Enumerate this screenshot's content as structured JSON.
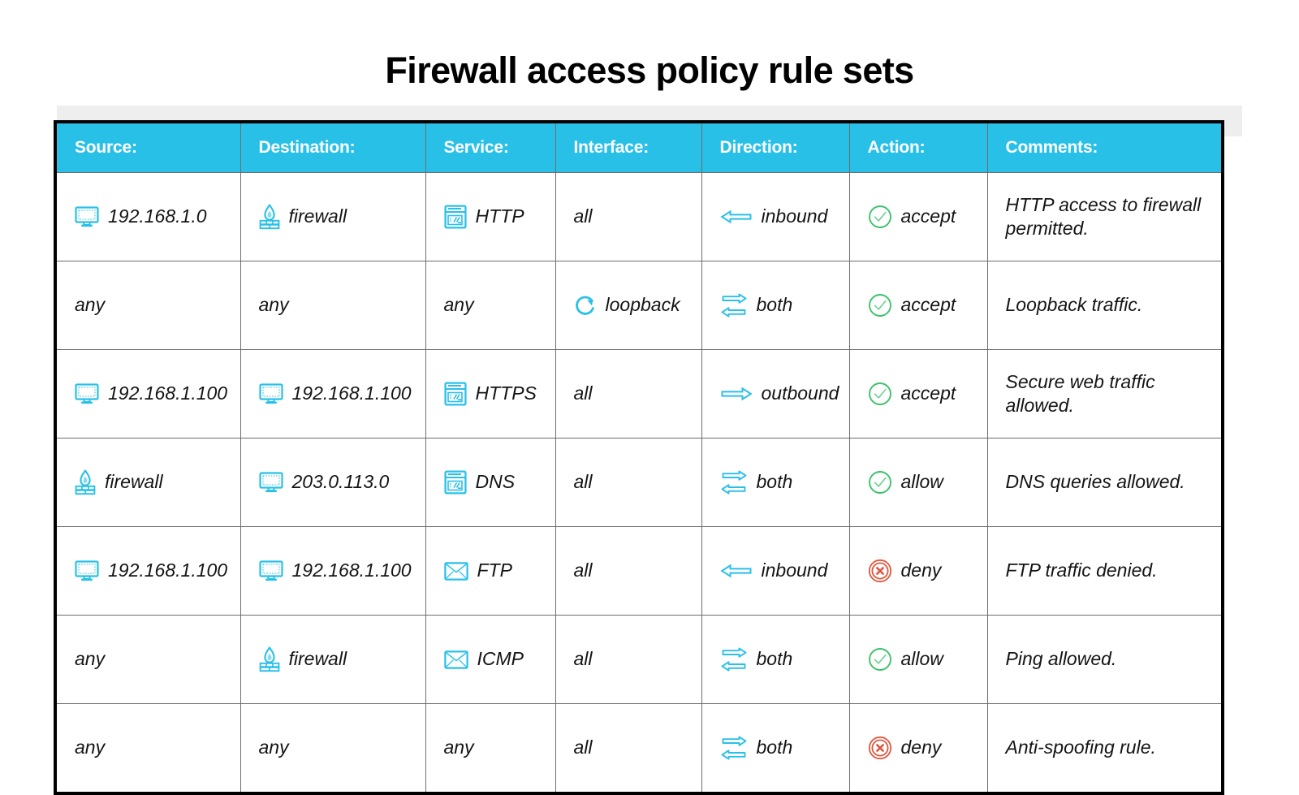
{
  "page": {
    "title": "Firewall access policy rule sets"
  },
  "colors": {
    "header_bg": "#29C0E8",
    "header_text": "#FFFFFF",
    "icon_cyan": "#29C0E8",
    "accept_green": "#3CC26B",
    "deny_red": "#E2563E",
    "table_border": "#000000",
    "cell_border": "#6D6D6D",
    "text": "#141414"
  },
  "table": {
    "columns": [
      {
        "key": "source",
        "label": "Source:"
      },
      {
        "key": "destination",
        "label": "Destination:"
      },
      {
        "key": "service",
        "label": "Service:"
      },
      {
        "key": "interface",
        "label": "Interface:"
      },
      {
        "key": "direction",
        "label": "Direction:"
      },
      {
        "key": "action",
        "label": "Action:"
      },
      {
        "key": "comments",
        "label": "Comments:"
      }
    ],
    "rows": [
      {
        "source": {
          "text": "192.168.1.0",
          "icon": "monitor-icon"
        },
        "destination": {
          "text": "firewall",
          "icon": "firewall-icon"
        },
        "service": {
          "text": "HTTP",
          "icon": "browser-window-icon"
        },
        "interface": {
          "text": "all",
          "icon": "none"
        },
        "direction": {
          "text": "inbound",
          "icon": "arrow-left-icon"
        },
        "action": {
          "text": "accept",
          "icon": "check-circle-icon"
        },
        "comments": {
          "text": "HTTP access to firewall permitted.",
          "icon": "none"
        }
      },
      {
        "source": {
          "text": "any",
          "icon": "none"
        },
        "destination": {
          "text": "any",
          "icon": "none"
        },
        "service": {
          "text": "any",
          "icon": "none"
        },
        "interface": {
          "text": "loopback",
          "icon": "loop-arrow-icon"
        },
        "direction": {
          "text": "both",
          "icon": "arrows-exchange-icon"
        },
        "action": {
          "text": "accept",
          "icon": "check-circle-icon"
        },
        "comments": {
          "text": "Loopback traffic.",
          "icon": "none"
        }
      },
      {
        "source": {
          "text": "192.168.1.100",
          "icon": "monitor-icon"
        },
        "destination": {
          "text": "192.168.1.100",
          "icon": "monitor-icon"
        },
        "service": {
          "text": "HTTPS",
          "icon": "browser-window-icon"
        },
        "interface": {
          "text": "all",
          "icon": "none"
        },
        "direction": {
          "text": "outbound",
          "icon": "arrow-right-icon"
        },
        "action": {
          "text": "accept",
          "icon": "check-circle-icon"
        },
        "comments": {
          "text": "Secure web traffic allowed.",
          "icon": "none"
        }
      },
      {
        "source": {
          "text": "firewall",
          "icon": "firewall-icon"
        },
        "destination": {
          "text": "203.0.113.0",
          "icon": "monitor-icon"
        },
        "service": {
          "text": "DNS",
          "icon": "browser-window-icon"
        },
        "interface": {
          "text": "all",
          "icon": "none"
        },
        "direction": {
          "text": "both",
          "icon": "arrows-exchange-icon"
        },
        "action": {
          "text": "allow",
          "icon": "check-circle-icon"
        },
        "comments": {
          "text": "DNS queries allowed.",
          "icon": "none"
        }
      },
      {
        "source": {
          "text": "192.168.1.100",
          "icon": "monitor-icon"
        },
        "destination": {
          "text": "192.168.1.100",
          "icon": "monitor-icon"
        },
        "service": {
          "text": "FTP",
          "icon": "envelope-icon"
        },
        "interface": {
          "text": "all",
          "icon": "none"
        },
        "direction": {
          "text": "inbound",
          "icon": "arrow-left-icon"
        },
        "action": {
          "text": "deny",
          "icon": "x-circle-icon"
        },
        "comments": {
          "text": "FTP traffic denied.",
          "icon": "none"
        }
      },
      {
        "source": {
          "text": "any",
          "icon": "none"
        },
        "destination": {
          "text": "firewall",
          "icon": "firewall-icon"
        },
        "service": {
          "text": "ICMP",
          "icon": "envelope-icon"
        },
        "interface": {
          "text": "all",
          "icon": "none"
        },
        "direction": {
          "text": "both",
          "icon": "arrows-exchange-icon"
        },
        "action": {
          "text": "allow",
          "icon": "check-circle-icon"
        },
        "comments": {
          "text": "Ping allowed.",
          "icon": "none"
        }
      },
      {
        "source": {
          "text": "any",
          "icon": "none"
        },
        "destination": {
          "text": "any",
          "icon": "none"
        },
        "service": {
          "text": "any",
          "icon": "none"
        },
        "interface": {
          "text": "all",
          "icon": "none"
        },
        "direction": {
          "text": "both",
          "icon": "arrows-exchange-icon"
        },
        "action": {
          "text": "deny",
          "icon": "x-circle-icon"
        },
        "comments": {
          "text": "Anti-spoofing rule.",
          "icon": "none"
        }
      }
    ]
  }
}
